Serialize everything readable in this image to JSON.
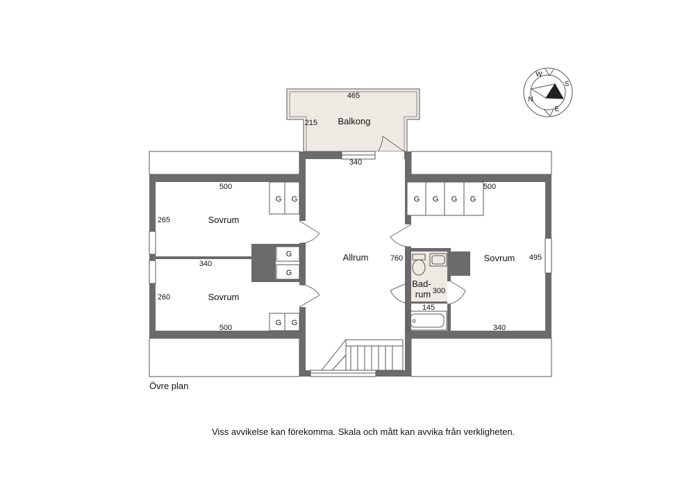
{
  "rooms": {
    "balcony": "Balkong",
    "bedroom_top": "Sovrum",
    "bedroom_bottom": "Sovrum",
    "living": "Allrum",
    "bedroom_right": "Sovrum",
    "bath_line1": "Bad-",
    "bath_line2": "rum"
  },
  "dimensions": {
    "balcony_width": "465",
    "balcony_depth": "215",
    "hall_top": "340",
    "bed_top_width": "500",
    "bed_top_depth": "265",
    "bed_mid_width": "340",
    "bed_bottom_depth": "260",
    "bed_bottom_width": "500",
    "living_depth": "760",
    "bath_depth": "300",
    "bath_width": "145",
    "bed_right_top": "500",
    "bed_right_depth": "495",
    "bed_right_bottom": "340"
  },
  "wardrobe_label": "G",
  "compass": {
    "north": "N",
    "east": "E",
    "south": "S",
    "west": "W"
  },
  "caption": "Övre plan",
  "disclaimer": "Viss avvikelse kan förekomma. Skala och mått kan avvika från verkligheten.",
  "colors": {
    "wall": "#6b6b6b",
    "balcony_fill": "#efe9e4",
    "bath_fill": "#efe9e4"
  }
}
